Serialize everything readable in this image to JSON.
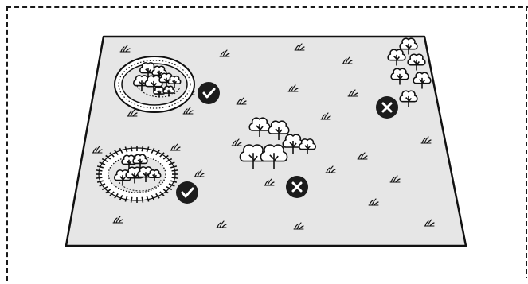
{
  "figure": {
    "description_icons": {
      "check": "check-circle-icon",
      "cross": "cross-circle-icon",
      "tuft": "grass-tuft-icon",
      "tree": "tree-icon"
    },
    "colors": {
      "lawn_fill": "#e6e6e6",
      "outline": "#111111",
      "badge": "#1c1c1c",
      "frame": "#1a1a1a",
      "background": "#ffffff"
    },
    "zones": [
      {
        "id": "oval-bed",
        "shape": "oval garden bed with trees",
        "status": "allowed"
      },
      {
        "id": "fenced-bed",
        "shape": "fenced round garden bed with trees",
        "status": "allowed"
      },
      {
        "id": "center-trees",
        "shape": "loose tree group",
        "status": "not-allowed"
      },
      {
        "id": "corner-trees",
        "shape": "trees at lawn edge",
        "status": "not-allowed"
      }
    ]
  }
}
